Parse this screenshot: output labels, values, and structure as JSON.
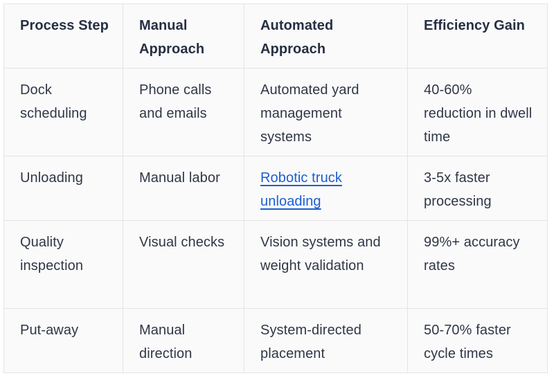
{
  "table": {
    "headers": [
      "Process Step",
      "Manual Approach",
      "Automated Approach",
      "Efficiency Gain"
    ],
    "rows": [
      {
        "process_step": "Dock scheduling",
        "manual_approach": "Phone calls and emails",
        "automated_approach": "Automated yard management systems",
        "efficiency_gain": "40-60% reduction in dwell time"
      },
      {
        "process_step": "Unloading",
        "manual_approach": "Manual labor",
        "automated_approach": "Robotic truck unloading",
        "automated_approach_is_link": true,
        "efficiency_gain": "3-5x faster processing"
      },
      {
        "process_step": "Quality inspection",
        "manual_approach": "Visual checks",
        "automated_approach": "Vision systems and weight validation",
        "efficiency_gain": "99%+ accuracy rates"
      },
      {
        "process_step": "Put-away",
        "manual_approach": "Manual direction",
        "automated_approach": "System-directed placement",
        "efficiency_gain": "50-70% faster cycle times"
      }
    ]
  },
  "colors": {
    "link": "#1b5fd1",
    "text": "#2f3747",
    "header_text": "#263043",
    "border": "#e4e4e6",
    "table_background": "#fafafa"
  }
}
